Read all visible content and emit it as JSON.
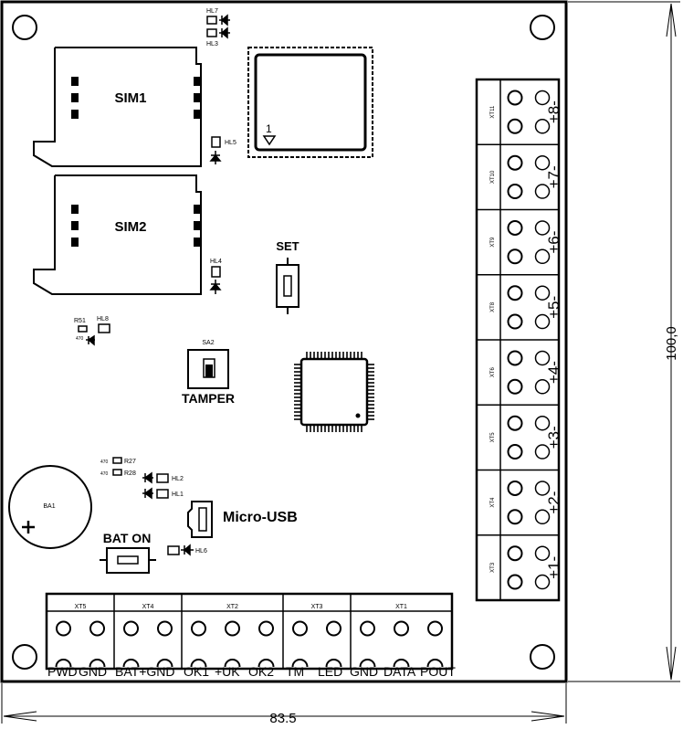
{
  "board": {
    "width_label": "83.5",
    "height_label": "100,0"
  },
  "sim": {
    "slot1_label": "SIM1",
    "slot2_label": "SIM2"
  },
  "leds": {
    "hl7": "HL7",
    "hl3": "HL3",
    "hl5": "HL5",
    "hl4": "HL4",
    "hl8": "HL8",
    "hl2": "HL2",
    "hl1": "HL1",
    "hl6": "HL6"
  },
  "resistors": {
    "r51": "R51",
    "r51_value": "470",
    "r27": "R27",
    "r27_value": "470",
    "r28": "R28",
    "r28_value": "470"
  },
  "gsm_module": {
    "pin1": "1"
  },
  "buttons": {
    "set_label": "SET",
    "tamper_ref": "SA2",
    "tamper_label": "TAMPER",
    "bat_on_label": "BAT ON"
  },
  "battery": {
    "ref": "BA1",
    "polarity": "+"
  },
  "usb": {
    "label": "Micro-USB"
  },
  "right_terminals": [
    {
      "ref": "XT11",
      "label": "+8-"
    },
    {
      "ref": "XT10",
      "label": "+7-"
    },
    {
      "ref": "XT9",
      "label": "+6-"
    },
    {
      "ref": "XT8",
      "label": "+5-"
    },
    {
      "ref": "XT6",
      "label": "+4-"
    },
    {
      "ref": "XT5",
      "label": "+3-"
    },
    {
      "ref": "XT4",
      "label": "+2-"
    },
    {
      "ref": "XT3",
      "label": "+1-"
    }
  ],
  "bottom_terminals": [
    {
      "ref": "XT5",
      "pins": 2
    },
    {
      "ref": "XT4",
      "pins": 2
    },
    {
      "ref": "XT2",
      "pins": 3
    },
    {
      "ref": "XT3",
      "pins": 2
    },
    {
      "ref": "XT1",
      "pins": 3
    }
  ],
  "bottom_labels": {
    "pwd": "PWD",
    "gnd1": "GND",
    "bat_gnd": "BAT+GND",
    "ok1": "OK1",
    "uk": "+UK",
    "ok2": "OK2",
    "tm": "TM",
    "led": "LED",
    "gnd2": "GND",
    "data": "DATA",
    "pout": "POUT"
  }
}
